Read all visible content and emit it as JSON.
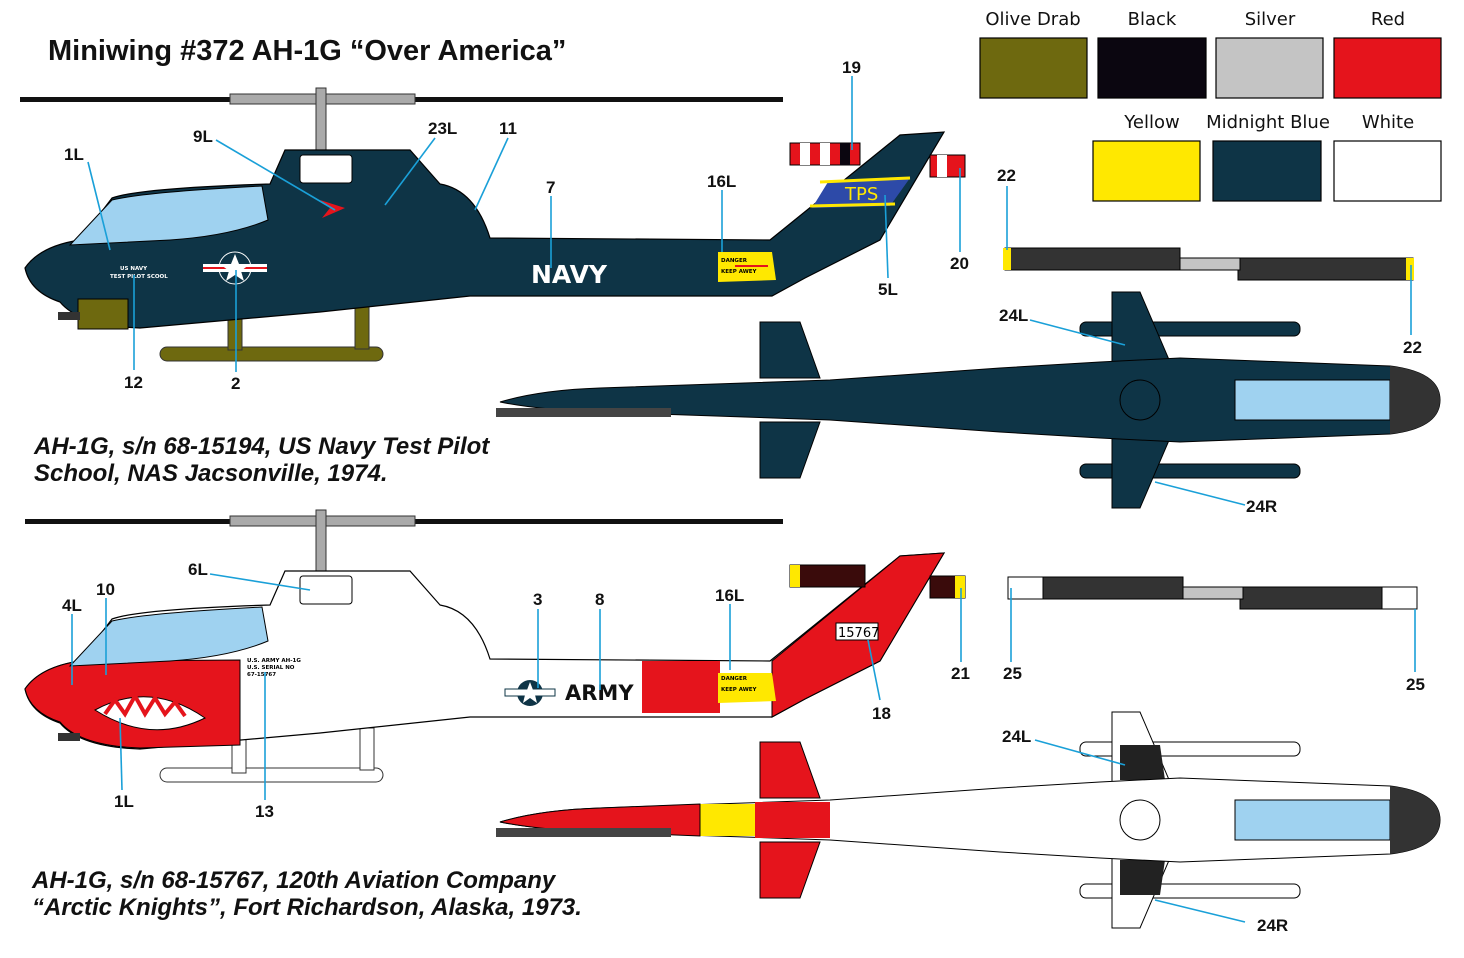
{
  "title": "Miniwing #372 AH-1G “Over America”",
  "colors": [
    {
      "name": "Olive Drab",
      "hex": "#6e690f"
    },
    {
      "name": "Black",
      "hex": "#0b0610"
    },
    {
      "name": "Silver",
      "hex": "#c4c4c4"
    },
    {
      "name": "Red",
      "hex": "#e5141c"
    },
    {
      "name": "Yellow",
      "hex": "#ffe800"
    },
    {
      "name": "Midnight Blue",
      "hex": "#0e3446"
    },
    {
      "name": "White",
      "hex": "#ffffff"
    }
  ],
  "navy": {
    "caption_line1": "AH-1G, s/n 68-15194, US Navy Test Pilot",
    "caption_line2": "School, NAS Jacsonville, 1974.",
    "fuselage_text": "NAVY",
    "tail_text": "TPS",
    "nose_text_1": "US NAVY",
    "nose_text_2": "TEST PILOT SCOOL",
    "danger_1": "DANGER",
    "danger_2": "KEEP AWEY",
    "callouts": [
      "1L",
      "9L",
      "23L",
      "11",
      "7",
      "16L",
      "19",
      "20",
      "5L",
      "12",
      "2",
      "22",
      "22",
      "24L",
      "24R"
    ]
  },
  "army": {
    "caption_line1": "AH-1G, s/n 68-15767, 120th Aviation Company",
    "caption_line2": "“Arctic Knights”, Fort Richardson, Alaska, 1973.",
    "fuselage_text": "ARMY",
    "tail_number": "15767",
    "data_1": "U.S. ARMY AH-1G",
    "data_2": "U.S. SERIAL NO",
    "data_3": "67-15767",
    "danger_1": "DANGER",
    "danger_2": "KEEP AWEY",
    "callouts": [
      "6L",
      "4L",
      "10",
      "3",
      "8",
      "16L",
      "21",
      "25",
      "25",
      "18",
      "1L",
      "13",
      "24L",
      "24R"
    ]
  }
}
